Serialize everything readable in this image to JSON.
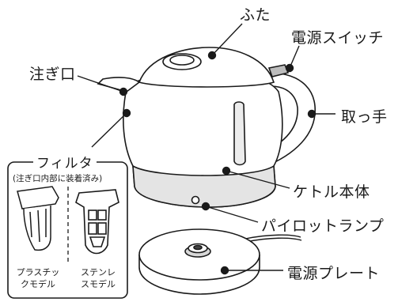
{
  "labels": {
    "lid": "ふた",
    "power_switch": "電源スイッチ",
    "spout": "注ぎ口",
    "handle": "取っ手",
    "body": "ケトル本体",
    "pilot_lamp": "パイロットランプ",
    "power_plate": "電源プレート"
  },
  "filter": {
    "title": "フィルタ",
    "note": "(注ぎ口内部に装着済み)",
    "plastic_line1": "プラスチッ",
    "plastic_line2": "クモデル",
    "stainless_line1": "ステンレ",
    "stainless_line2": "スモデル"
  }
}
